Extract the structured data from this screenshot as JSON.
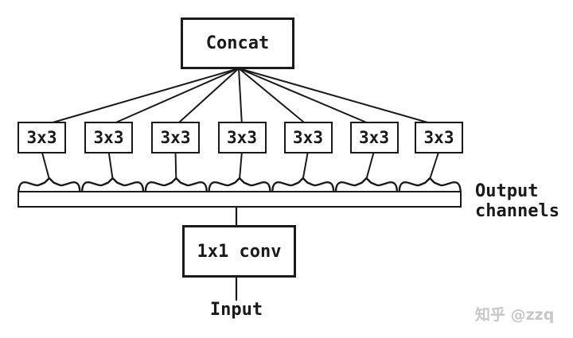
{
  "diagram": {
    "top_box_label": "Concat",
    "branches": [
      "3x3",
      "3x3",
      "3x3",
      "3x3",
      "3x3",
      "3x3",
      "3x3"
    ],
    "bar_label": {
      "line1": "Output",
      "line2": "channels"
    },
    "bottom_box_label": "1x1 conv",
    "input_label": "Input"
  },
  "watermark": {
    "text": "知乎 @zzq"
  },
  "colors": {
    "stroke": "#1a1a1a",
    "background": "#ffffff",
    "watermark": "#c7c7c7"
  }
}
